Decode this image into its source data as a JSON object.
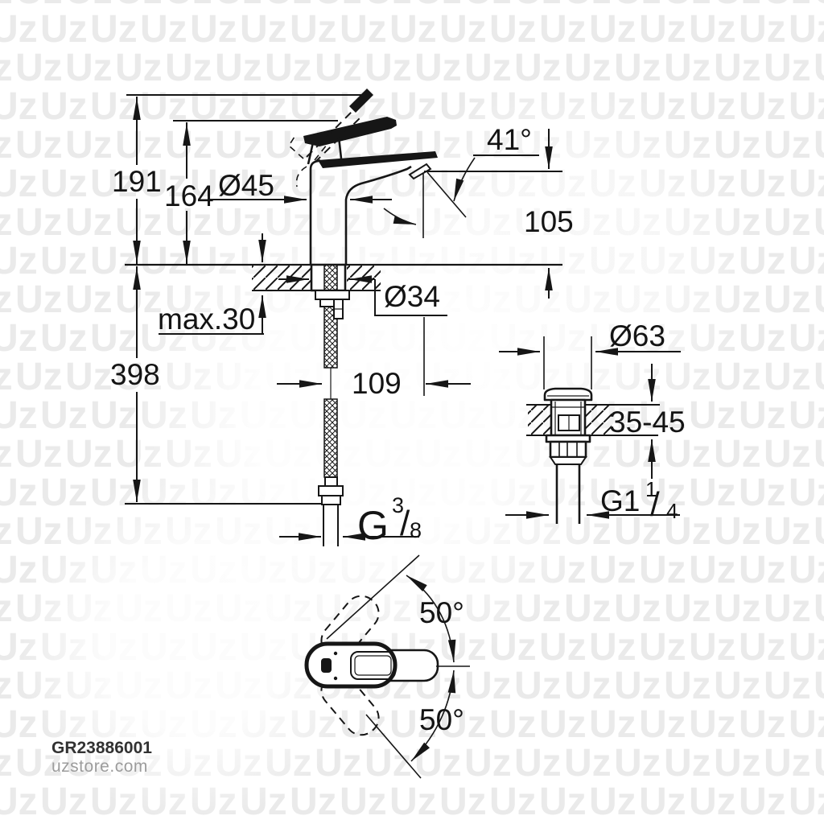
{
  "colors": {
    "line": "#161616",
    "background": "#ffffff",
    "watermark": "#eaeaea",
    "product_code_text": "#323232",
    "website_text": "#9c9c9c"
  },
  "watermark": {
    "glyph": "Uz"
  },
  "labels": {
    "overall_height": "191",
    "spout_tip_height": "164",
    "body_diameter": "Ø45",
    "aerator_angle": "41°",
    "spout_outlet_height": "105",
    "mounting_hole_diameter": "Ø34",
    "max_deck_thickness": "max.30",
    "below_deck_length": "398",
    "hose_offset": "109",
    "waste_cap_diameter": "Ø63",
    "waste_deck_range": "35-45",
    "waste_thread_base": "G1",
    "waste_thread_sup": "1",
    "waste_thread_slash": "/",
    "waste_thread_sub": "4",
    "supply_thread_base": "G",
    "supply_thread_sup": "3",
    "supply_thread_slash": "/",
    "supply_thread_sub": "8",
    "handle_angle_upper": "50°",
    "handle_angle_lower": "50°"
  },
  "footer": {
    "product_code": "GR23886001",
    "website": "uzstore.com"
  }
}
